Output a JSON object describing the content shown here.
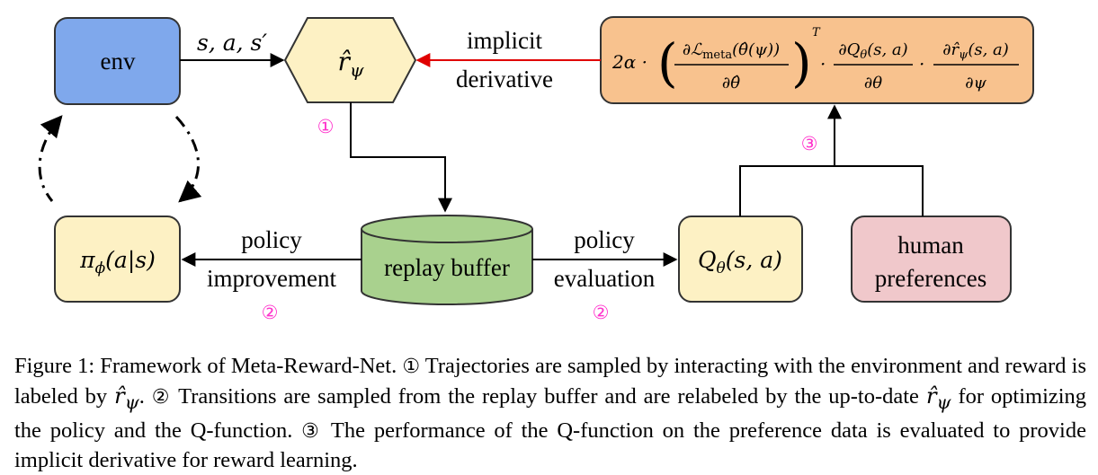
{
  "nodes": {
    "env": "env",
    "reward": "r̂",
    "reward_sub": "ψ",
    "policy_pi": "π",
    "policy_sub": "ϕ",
    "policy_arg": "(a|s)",
    "replay_buffer": "replay buffer",
    "q_function": "Q",
    "q_sub": "θ",
    "q_arg": "(s, a)",
    "human_line1": "human",
    "human_line2": "preferences"
  },
  "formula": {
    "coef": "2α ·",
    "num1": "∂ℒ",
    "num1_sub": "meta",
    "num1_arg": "(θ̂(ψ))",
    "den1": "∂θ̂",
    "transpose": "T",
    "dot": "·",
    "num2": "∂Q",
    "num2_sub": "θ",
    "num2_arg": "(s, a)",
    "den2": "∂θ",
    "num3": "∂r̂",
    "num3_sub": "ψ",
    "num3_arg": "(s, a)",
    "den3": "∂ψ"
  },
  "edges": {
    "transition_label": "s, a, s′",
    "implicit_1": "implicit",
    "implicit_2": "derivative",
    "policy_impr_1": "policy",
    "policy_impr_2": "improvement",
    "policy_eval_1": "policy",
    "policy_eval_2": "evaluation"
  },
  "markers": {
    "step1": "①",
    "step2_left": "②",
    "step2_right": "②",
    "step3": "③"
  },
  "caption": {
    "figure_label": "Figure 1: Framework of Meta-Reward-Net.",
    "step1_mark": "①",
    "step1_text": "Trajectories are sampled by interacting with the environment and reward is labeled by",
    "r_hat": "r̂",
    "r_sub": "ψ",
    "step1_end": ".",
    "step2_mark": "②",
    "step2_text": "Transitions are sampled from the replay buffer and are relabeled by the up-to-date",
    "step2_end": "for optimizing the policy and the Q-function.",
    "step3_mark": "③",
    "step3_text": "The performance of the Q-function on the preference data is evaluated to provide implicit derivative for reward learning."
  },
  "colors": {
    "env_fill": "#7fa8ec",
    "reward_fill": "#fdf1c4",
    "formula_fill": "#f8c28e",
    "policy_fill": "#fdf1c4",
    "buffer_fill": "#a9d18e",
    "q_fill": "#fdf1c4",
    "human_fill": "#f0c8cb",
    "red_arrow": "#e00000",
    "step_marker": "#ff33cc"
  }
}
